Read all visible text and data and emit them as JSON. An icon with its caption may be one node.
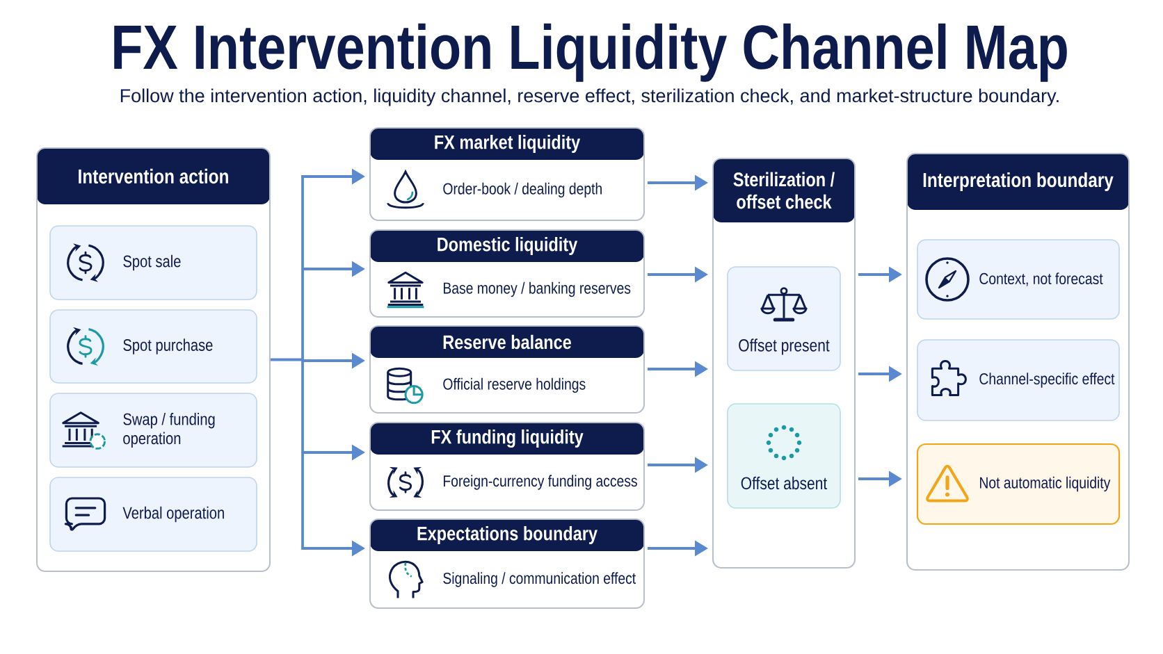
{
  "diagram": {
    "title": "FX Intervention Liquidity Channel Map",
    "nodes": [
      {
        "text": [
          "Intervention action"
        ]
      },
      {
        "text": [
          "Spot sale"
        ],
        "in": 0
      },
      {
        "text": [
          "Spot purchase"
        ],
        "in": 0
      },
      {
        "text": [
          "Swap / funding operation"
        ],
        "in": 0
      },
      {
        "text": [
          "Verbal operation"
        ],
        "in": 0
      },
      {
        "text": [
          "FX market liquidity",
          "Order-book / dealing depth"
        ]
      },
      {
        "text": [
          "Domestic liquidity",
          "Base money / banking reserves"
        ]
      },
      {
        "text": [
          "Reserve balance",
          "Official reserve holdings"
        ]
      },
      {
        "text": [
          "FX funding liquidity",
          "Foreign-currency funding access"
        ]
      },
      {
        "text": [
          "Expectations boundary",
          "Signaling / communication effect"
        ]
      },
      {
        "text": [
          "Sterilization / offset check"
        ]
      },
      {
        "text": [
          "Offset present"
        ],
        "in": 10
      },
      {
        "text": [
          "Offset absent"
        ],
        "in": 10
      },
      {
        "text": [
          "Interpretation boundary"
        ]
      },
      {
        "text": [
          "Context, not forecast"
        ],
        "in": 13
      },
      {
        "text": [
          "Channel-specific effect"
        ],
        "in": 13
      },
      {
        "text": [
          "Not automatic liquidity"
        ],
        "in": 13
      }
    ],
    "edges": [
      {
        "from": 0,
        "to": 5,
        "arrow": "to"
      },
      {
        "from": 0,
        "to": 6,
        "arrow": "to"
      },
      {
        "from": 0,
        "to": 7,
        "arrow": "to"
      },
      {
        "from": 0,
        "to": 8,
        "arrow": "to"
      },
      {
        "from": 0,
        "to": 9,
        "arrow": "to"
      },
      {
        "from": 5,
        "to": 10,
        "arrow": "to"
      },
      {
        "from": 6,
        "to": 10,
        "arrow": "to"
      },
      {
        "from": 7,
        "to": 10,
        "arrow": "to"
      },
      {
        "from": 8,
        "to": 10,
        "arrow": "to"
      },
      {
        "from": 9,
        "to": 10,
        "arrow": "to"
      },
      {
        "from": 10,
        "to": 13,
        "arrow": "to"
      },
      {
        "from": 10,
        "to": 13,
        "arrow": "to"
      },
      {
        "from": 10,
        "to": 13,
        "arrow": "to"
      }
    ],
    "labels": [
      "Follow the intervention action, liquidity channel, reserve effect, sterilization check, and market-structure boundary."
    ]
  }
}
